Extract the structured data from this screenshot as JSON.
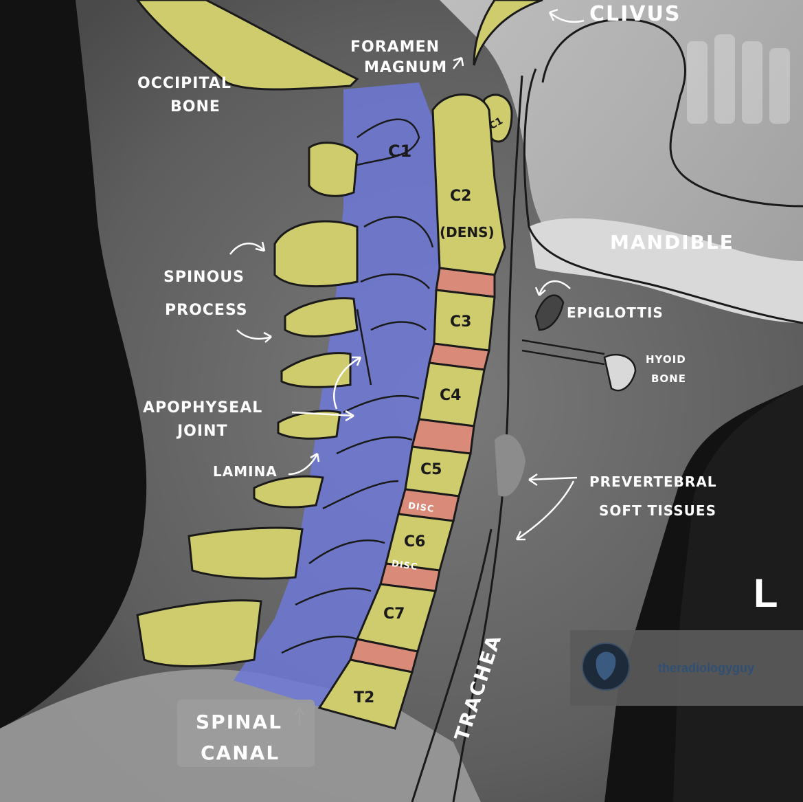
{
  "labels": {
    "clivus": "CLIVUS",
    "foramen_magnum_1": "FORAMEN",
    "foramen_magnum_2": "MAGNUM",
    "occipital_bone_1": "OCCIPITAL",
    "occipital_bone_2": "BONE",
    "mandible": "MANDIBLE",
    "epiglottis": "EPIGLOTTIS",
    "hyoid_bone_1": "HYOID",
    "hyoid_bone_2": "BONE",
    "spinous_process_1": "SPINOUS",
    "spinous_process_2": "PROCESS",
    "apophyseal_joint_1": "APOPHYSEAL",
    "apophyseal_joint_2": "JOINT",
    "lamina": "LAMINA",
    "prevertebral_1": "PREVERTEBRAL",
    "prevertebral_2": "SOFT TISSUES",
    "trachea": "TRACHEA",
    "spinal_canal_1": "SPINAL",
    "spinal_canal_2": "CANAL",
    "side_marker": "L"
  },
  "vertebrae": {
    "c1_anterior": "C1",
    "c1": "C1",
    "c2_1": "C2",
    "c2_2": "(DENS)",
    "c3": "C3",
    "c4": "C4",
    "c5": "C5",
    "disc_1": "DISC",
    "c6": "C6",
    "disc_2": "DISC",
    "c7": "C7",
    "t2": "T2"
  },
  "watermark": {
    "handle": "theradiologyguy"
  },
  "colors": {
    "bone": "#cfcc6e",
    "disc": "#d98a78",
    "canal": "#6f78d8",
    "outline": "#1a1a1a",
    "xray_bg": "#6a6a6a"
  }
}
